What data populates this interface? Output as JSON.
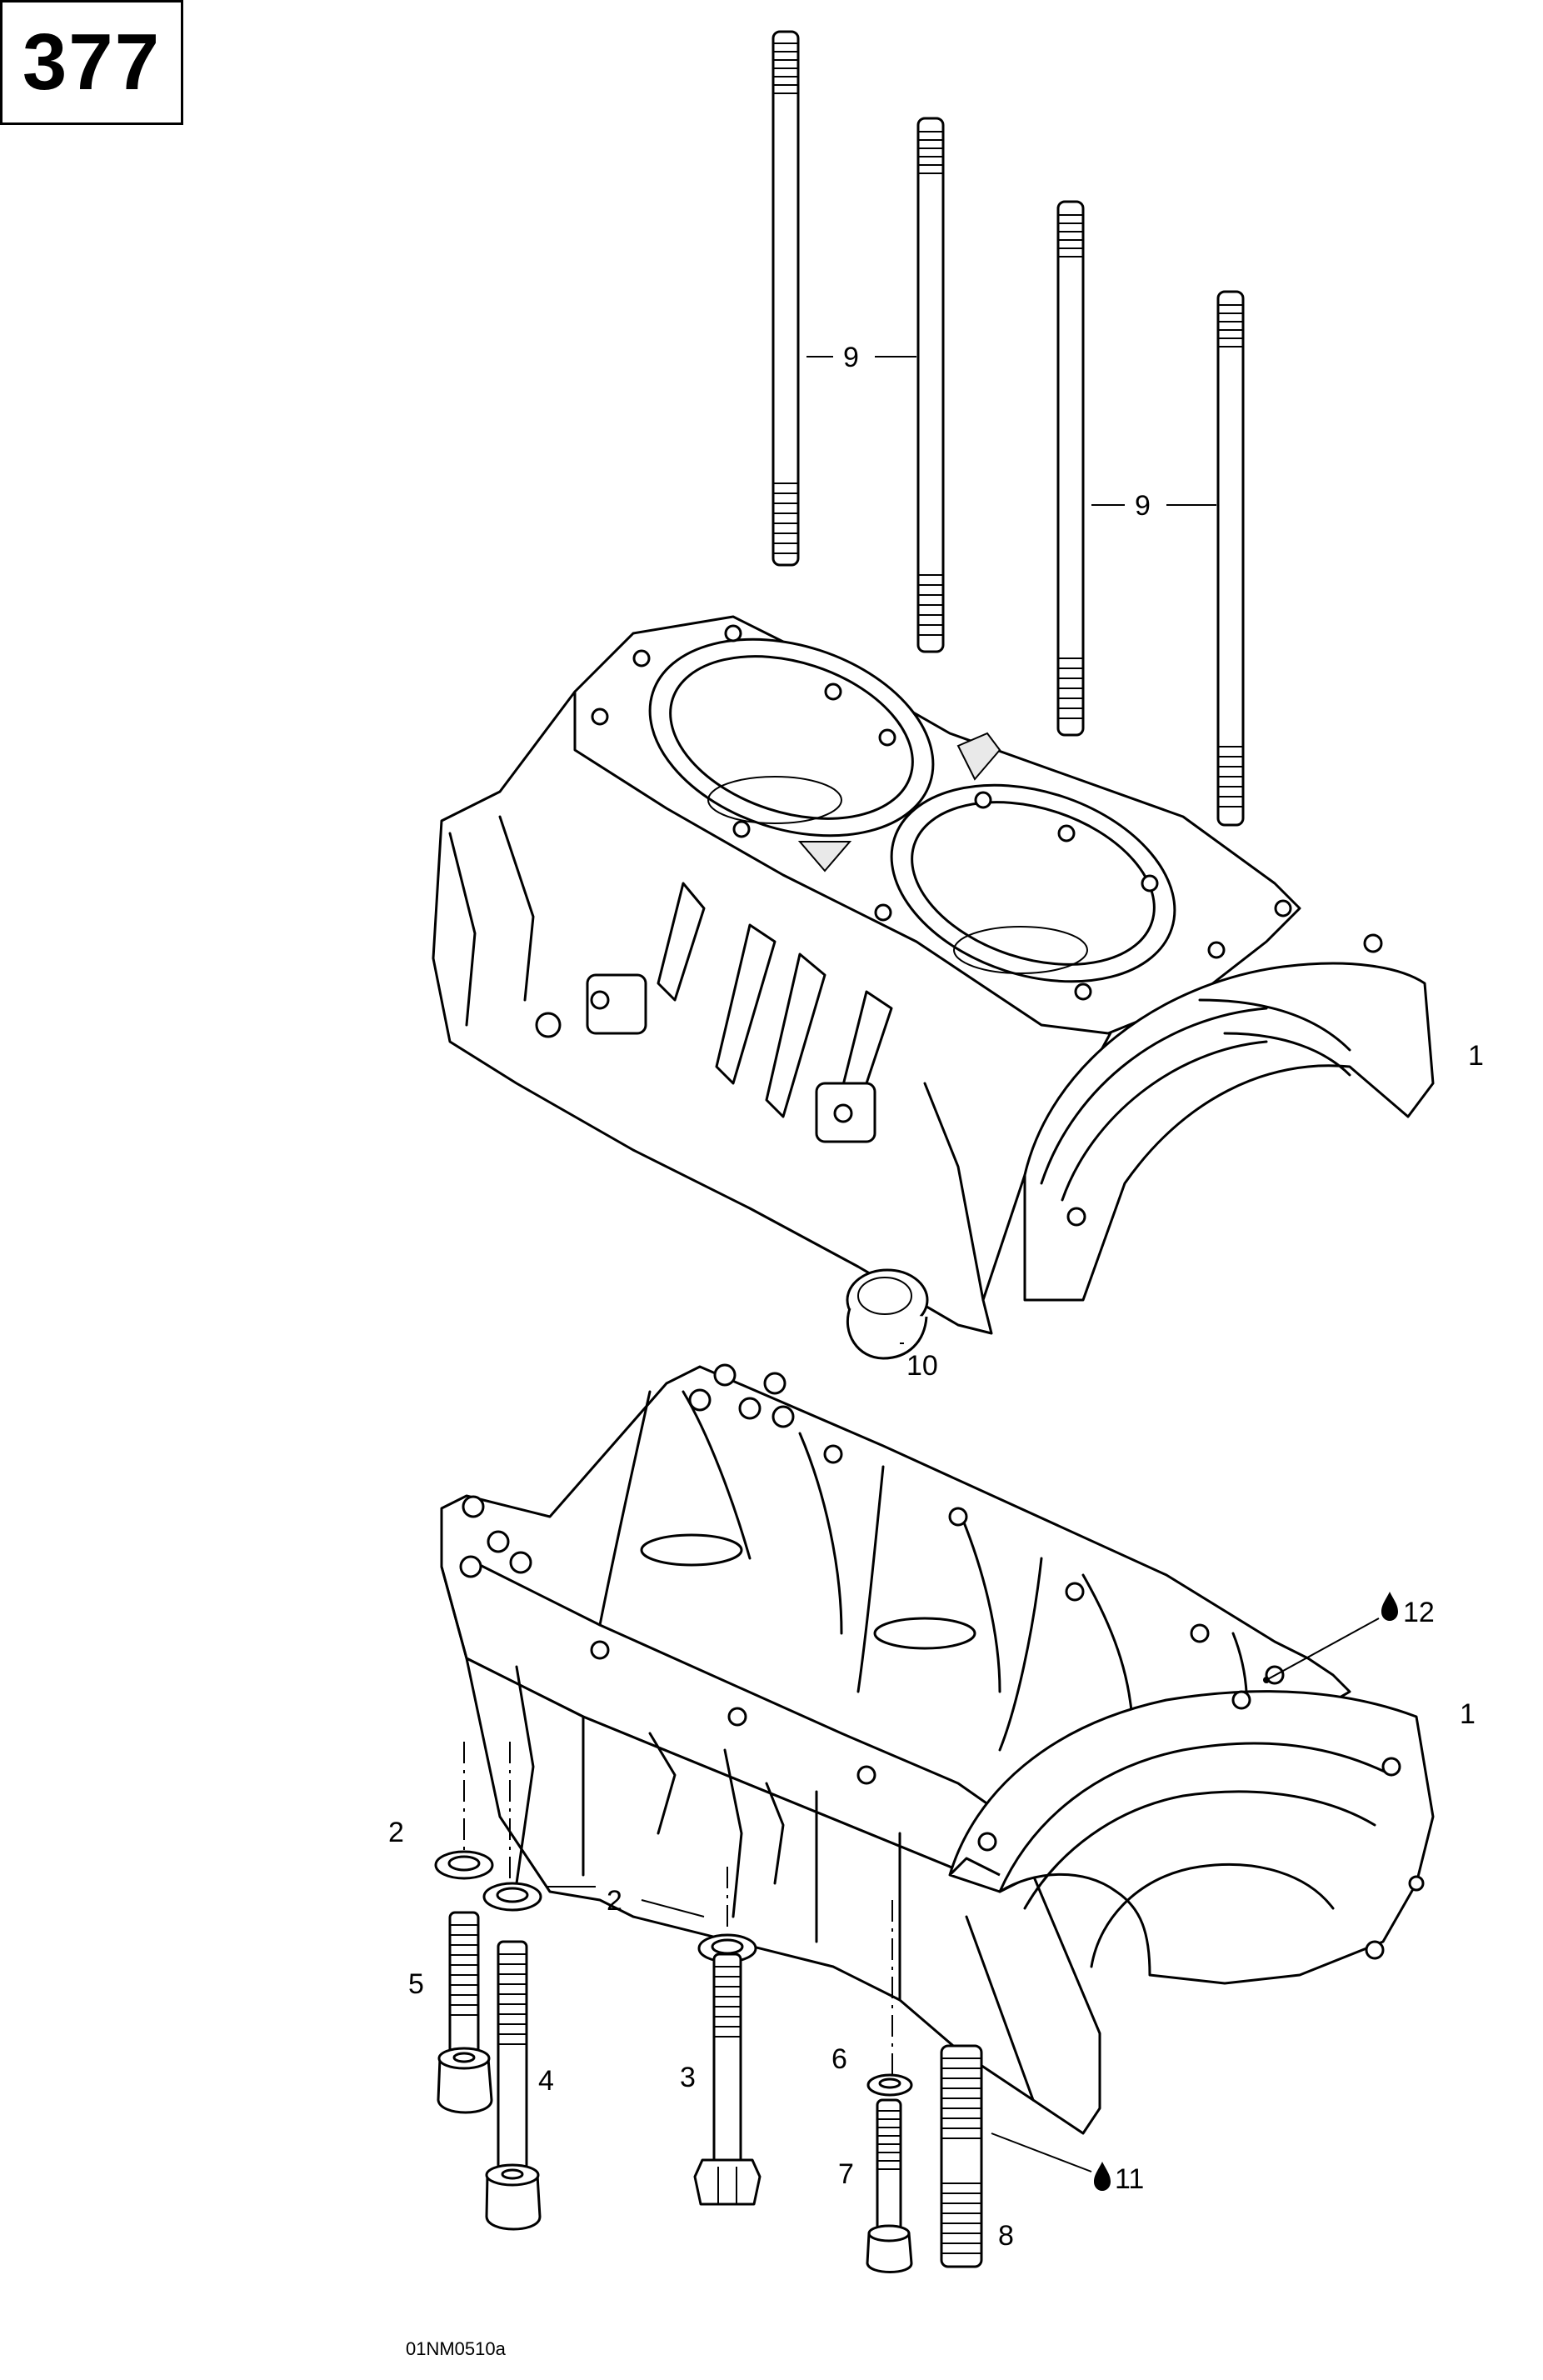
{
  "page_number": "377",
  "drawing_code": "01NM0510a",
  "callouts": {
    "c1_upper": "1",
    "c1_lower": "1",
    "c2_left": "2",
    "c2_mid": "2",
    "c3": "3",
    "c4": "4",
    "c5": "5",
    "c6": "6",
    "c7": "7",
    "c8": "8",
    "c9_left": "9",
    "c9_right": "9",
    "c10": "10",
    "c11": "11",
    "c12": "12"
  },
  "icons": {
    "sealant_11": "sealant-drop-icon",
    "sealant_12": "sealant-drop-icon"
  }
}
